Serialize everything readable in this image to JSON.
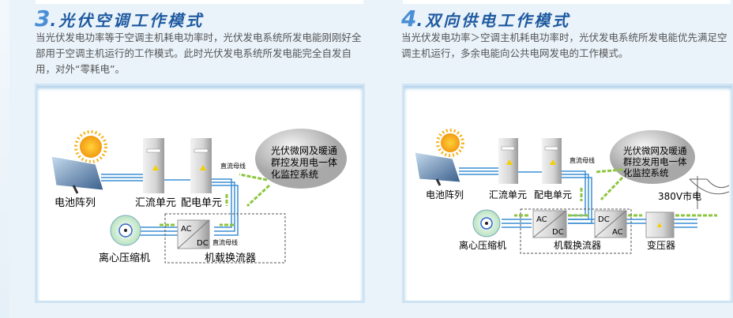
{
  "mode3": {
    "number": "3",
    "title": ".光伏空调工作模式",
    "description": "当光伏发电功率等于空调主机耗电功率时，光伏发电系统所发电能刚刚好全部用于空调主机运行的工作模式。此时光伏发电系统所发电能完全自发自用，对外“零耗电”。",
    "diagram": {
      "battery_array": "电池阵列",
      "combiner_unit": "汇流单元",
      "distribution_unit": "配电单元",
      "dc_bus_top": "直流母线",
      "dc_bus_bottom": "直流母线",
      "monitor_line1": "光伏微网及暖通",
      "monitor_line2": "群控发用电一体",
      "monitor_line3": "化监控系统",
      "ac": "AC",
      "dc": "DC",
      "compressor": "离心压缩机",
      "converter": "机载换流器"
    }
  },
  "mode4": {
    "number": "4",
    "title": ".双向供电工作模式",
    "description": "当光伏发电功率＞空调主机耗电功率时，光伏发电系统所发电能优先满足空调主机运行，多余电能向公共电网发电的工作模式。",
    "diagram": {
      "battery_array": "电池阵列",
      "combiner_unit": "汇流单元",
      "distribution_unit": "配电单元",
      "dc_bus_top": "直流母线",
      "monitor_line1": "光伏微网及暖通",
      "monitor_line2": "群控发用电一体",
      "monitor_line3": "化监控系统",
      "grid": "380V市电",
      "ac1": "AC",
      "dc1": "DC",
      "dc2": "DC",
      "ac2": "AC",
      "compressor": "离心压缩机",
      "converter": "机载换流器",
      "transformer": "变压器"
    }
  },
  "colors": {
    "title": "#1f5aa0",
    "arrow": "#8cc63f",
    "bus": "#3b8fd4"
  }
}
